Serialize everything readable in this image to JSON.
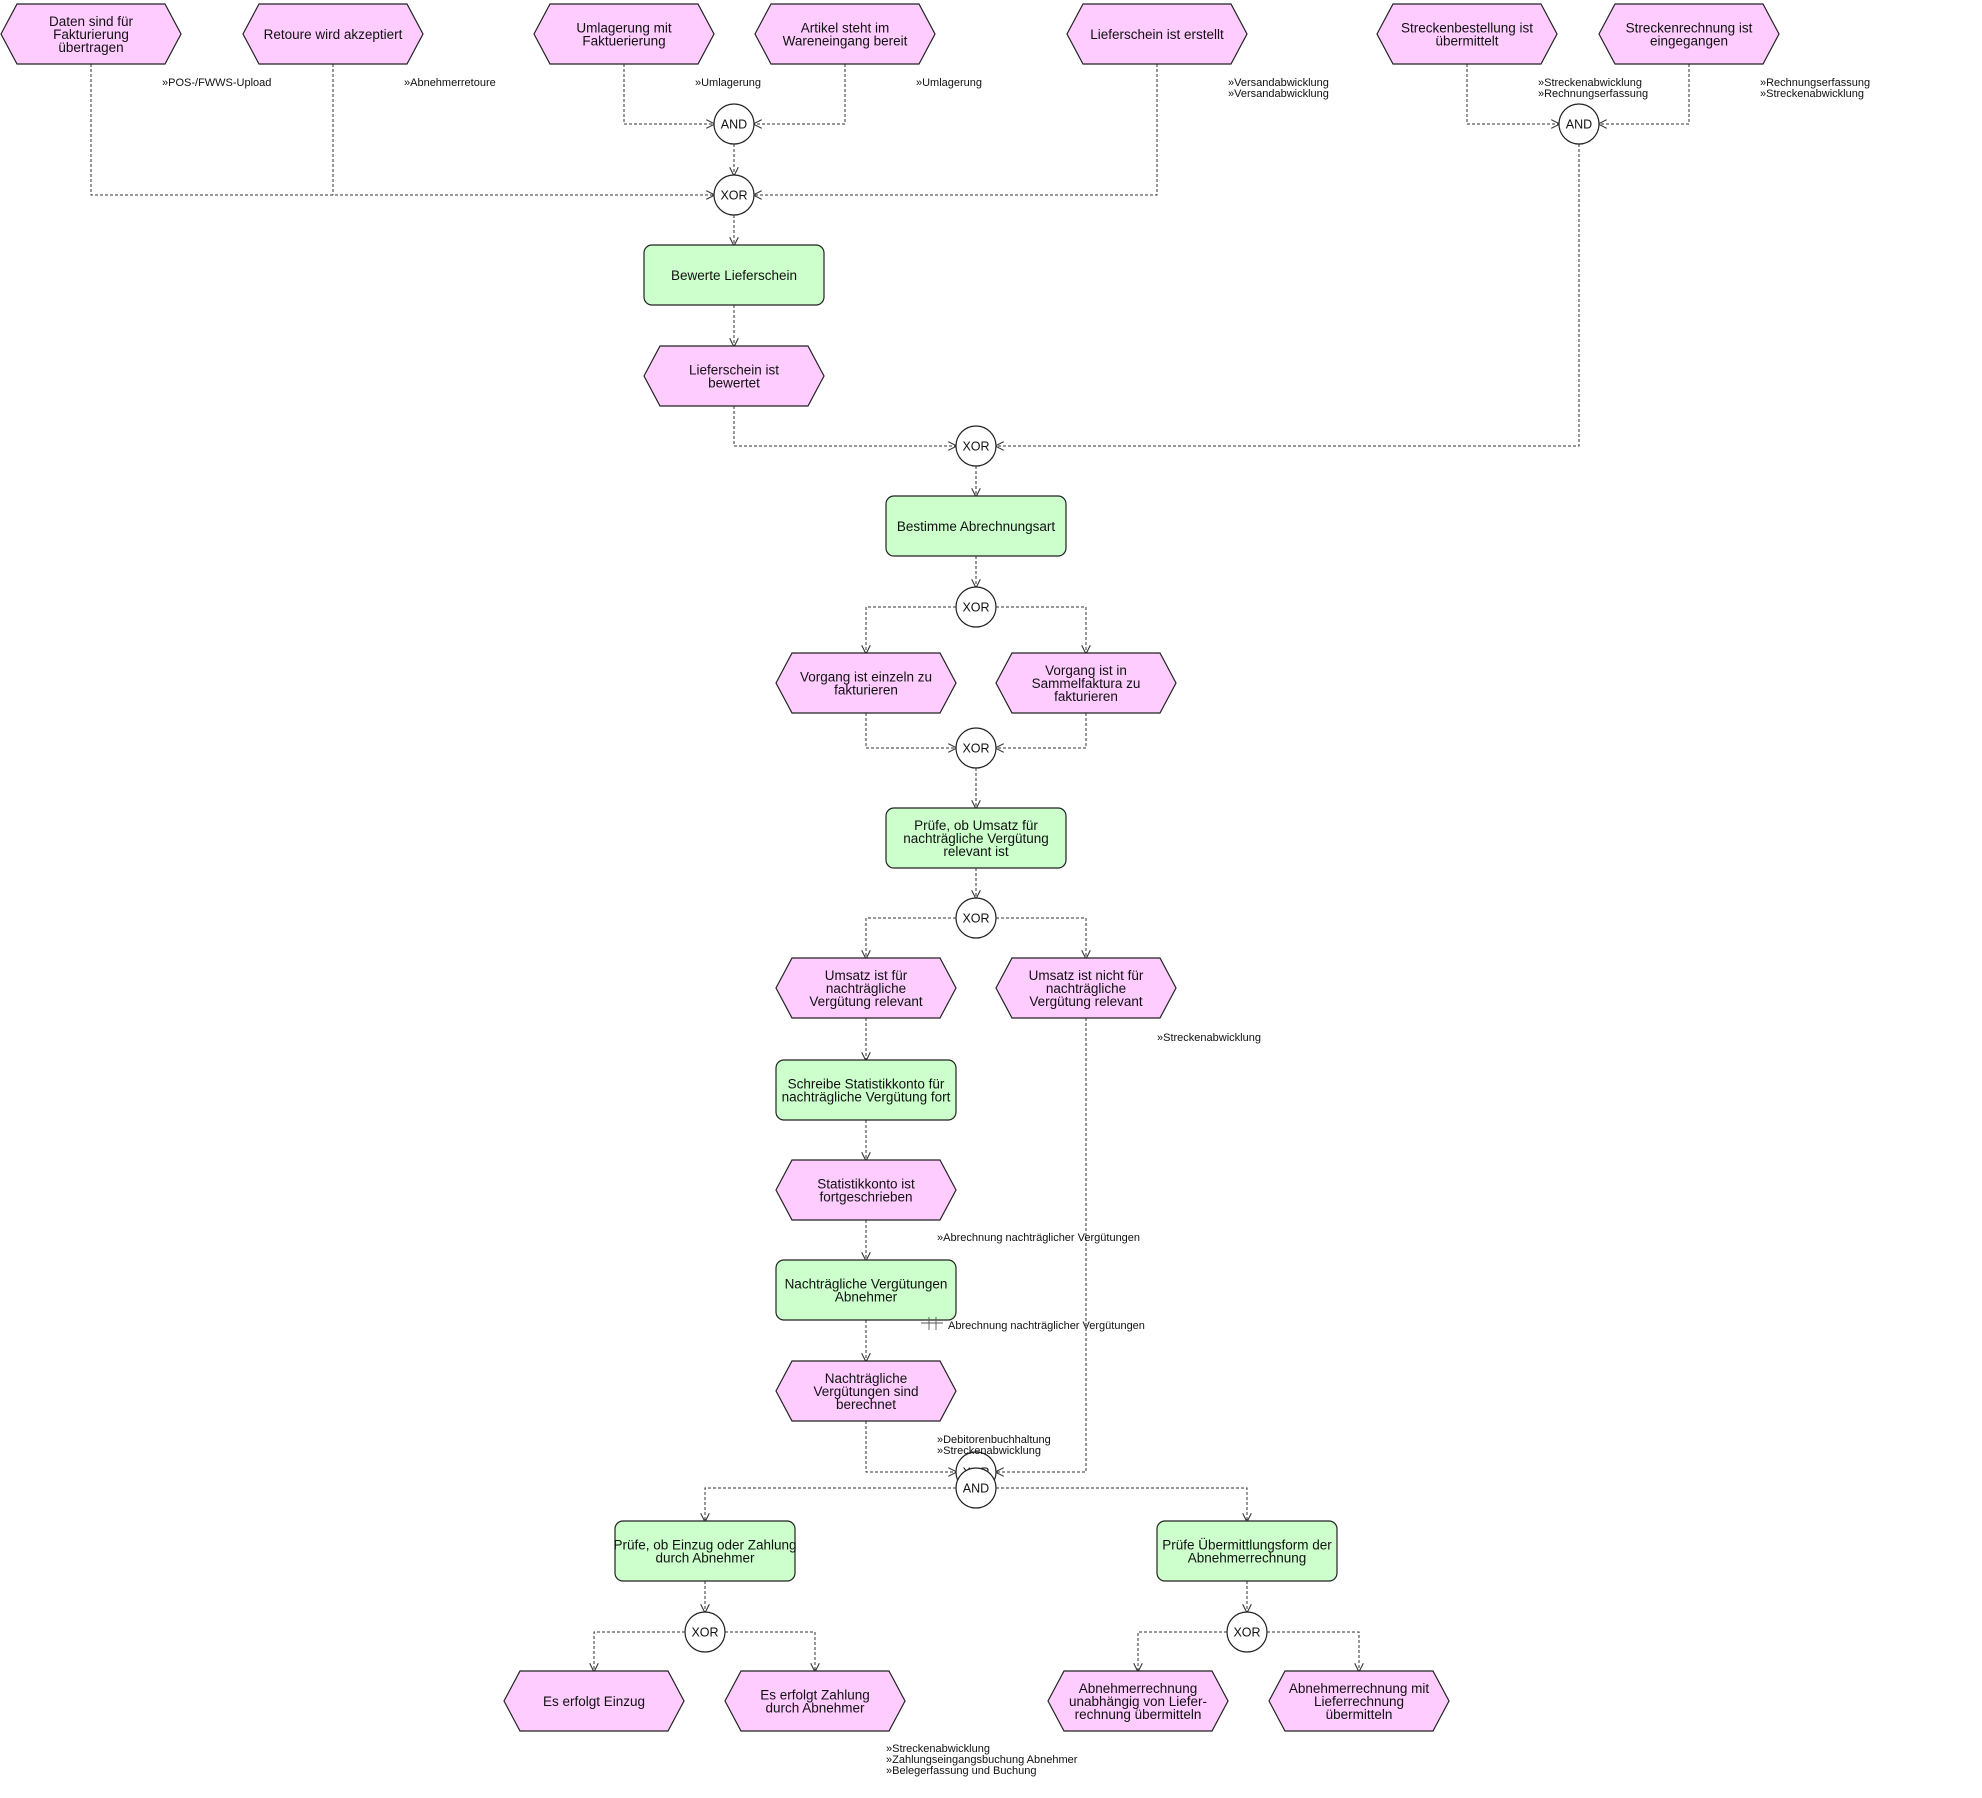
{
  "colors": {
    "event_fill": "#ffccff",
    "function_fill": "#ccffcc",
    "outline": "#222222",
    "connector_fill": "#ffffff",
    "edge": "#333333"
  },
  "events": {
    "e_daten": [
      "Daten sind für",
      "Fakturierung",
      "übertragen"
    ],
    "e_retoure": [
      "Retoure wird akzeptiert"
    ],
    "e_umlagerung": [
      "Umlagerung mit",
      "Faktuerierung"
    ],
    "e_artikel": [
      "Artikel steht im",
      "Wareneingang bereit"
    ],
    "e_lieferschein_erstellt": [
      "Lieferschein ist erstellt"
    ],
    "e_streckenbestellung": [
      "Streckenbestellung ist",
      "übermittelt"
    ],
    "e_streckenrechnung": [
      "Streckenrechnung ist",
      "eingegangen"
    ],
    "e_lieferschein_bewertet": [
      "Lieferschein ist",
      "bewertet"
    ],
    "e_einzeln": [
      "Vorgang ist einzeln zu",
      "fakturieren"
    ],
    "e_sammel": [
      "Vorgang ist in",
      "Sammelfaktura zu",
      "fakturieren"
    ],
    "e_relevant": [
      "Umsatz ist für",
      "nachträgliche",
      "Vergütung relevant"
    ],
    "e_nicht_relevant": [
      "Umsatz ist nicht für",
      "nachträgliche",
      "Vergütung relevant"
    ],
    "e_statistik": [
      "Statistikkonto ist",
      "fortgeschrieben"
    ],
    "e_verguetungen": [
      "Nachträgliche",
      "Vergütungen sind",
      "berechnet"
    ],
    "e_einzug": [
      "Es erfolgt Einzug"
    ],
    "e_zahlung": [
      "Es erfolgt Zahlung",
      "durch Abnehmer"
    ],
    "e_unabhaengig": [
      "Abnehmerrechnung",
      "unabhängig von Liefer-",
      "rechnung übermitteln"
    ],
    "e_mit": [
      "Abnehmerrechnung mit",
      "Lieferrechnung",
      "übermitteln"
    ]
  },
  "functions": {
    "f_bewerte": [
      "Bewerte Lieferschein"
    ],
    "f_bestimme": [
      "Bestimme Abrechnungsart"
    ],
    "f_pruefe_umsatz": [
      "Prüfe, ob Umsatz für",
      "nachträgliche Vergütung",
      "relevant ist"
    ],
    "f_schreibe": [
      "Schreibe Statistikkonto für",
      "nachträgliche Vergütung fort"
    ],
    "f_nachtraegliche": [
      "Nachträgliche Vergütungen",
      "Abnehmer"
    ],
    "f_pruefe_einzug": [
      "Prüfe, ob Einzug oder Zahlung",
      "durch Abnehmer"
    ],
    "f_pruefe_form": [
      "Prüfe Übermittlungsform der",
      "Abnehmerrechnung"
    ]
  },
  "connectors": {
    "c_and_1": "AND",
    "c_xor_1": "XOR",
    "c_and_2": "AND",
    "c_xor_2": "XOR",
    "c_xor_3": "XOR",
    "c_xor_4": "XOR",
    "c_xor_5": "XOR",
    "c_xor_6_top": "XOR",
    "c_and_6_bottom": "AND",
    "c_xor_7": "XOR",
    "c_xor_8": "XOR"
  },
  "process_refs": {
    "r_pos": [
      "»POS-/FWWS-Upload"
    ],
    "r_abnehmerretoure": [
      "»Abnehmerretoure"
    ],
    "r_umlagerung_1": [
      "»Umlagerung"
    ],
    "r_umlagerung_2": [
      "»Umlagerung"
    ],
    "r_versand": [
      "»Versandabwicklung",
      "»Versandabwicklung"
    ],
    "r_strecke_rechnung": [
      "»Streckenabwicklung",
      "»Rechnungserfassung"
    ],
    "r_rechnung_strecke": [
      "»Rechnungserfassung",
      "»Streckenabwicklung"
    ],
    "r_streckenabwicklung": [
      "»Streckenabwicklung"
    ],
    "r_abrechnung": [
      "»Abrechnung nachträglicher Vergütungen"
    ],
    "r_debitoren": [
      "»Debitorenbuchhaltung",
      "»Streckenabwicklung"
    ],
    "r_bottom": [
      "»Streckenabwicklung",
      "»Zahlungseingangsbuchung Abnehmer",
      "»Belegerfassung und Buchung"
    ]
  },
  "system_label": "Abrechnung nachträglicher Vergütungen"
}
